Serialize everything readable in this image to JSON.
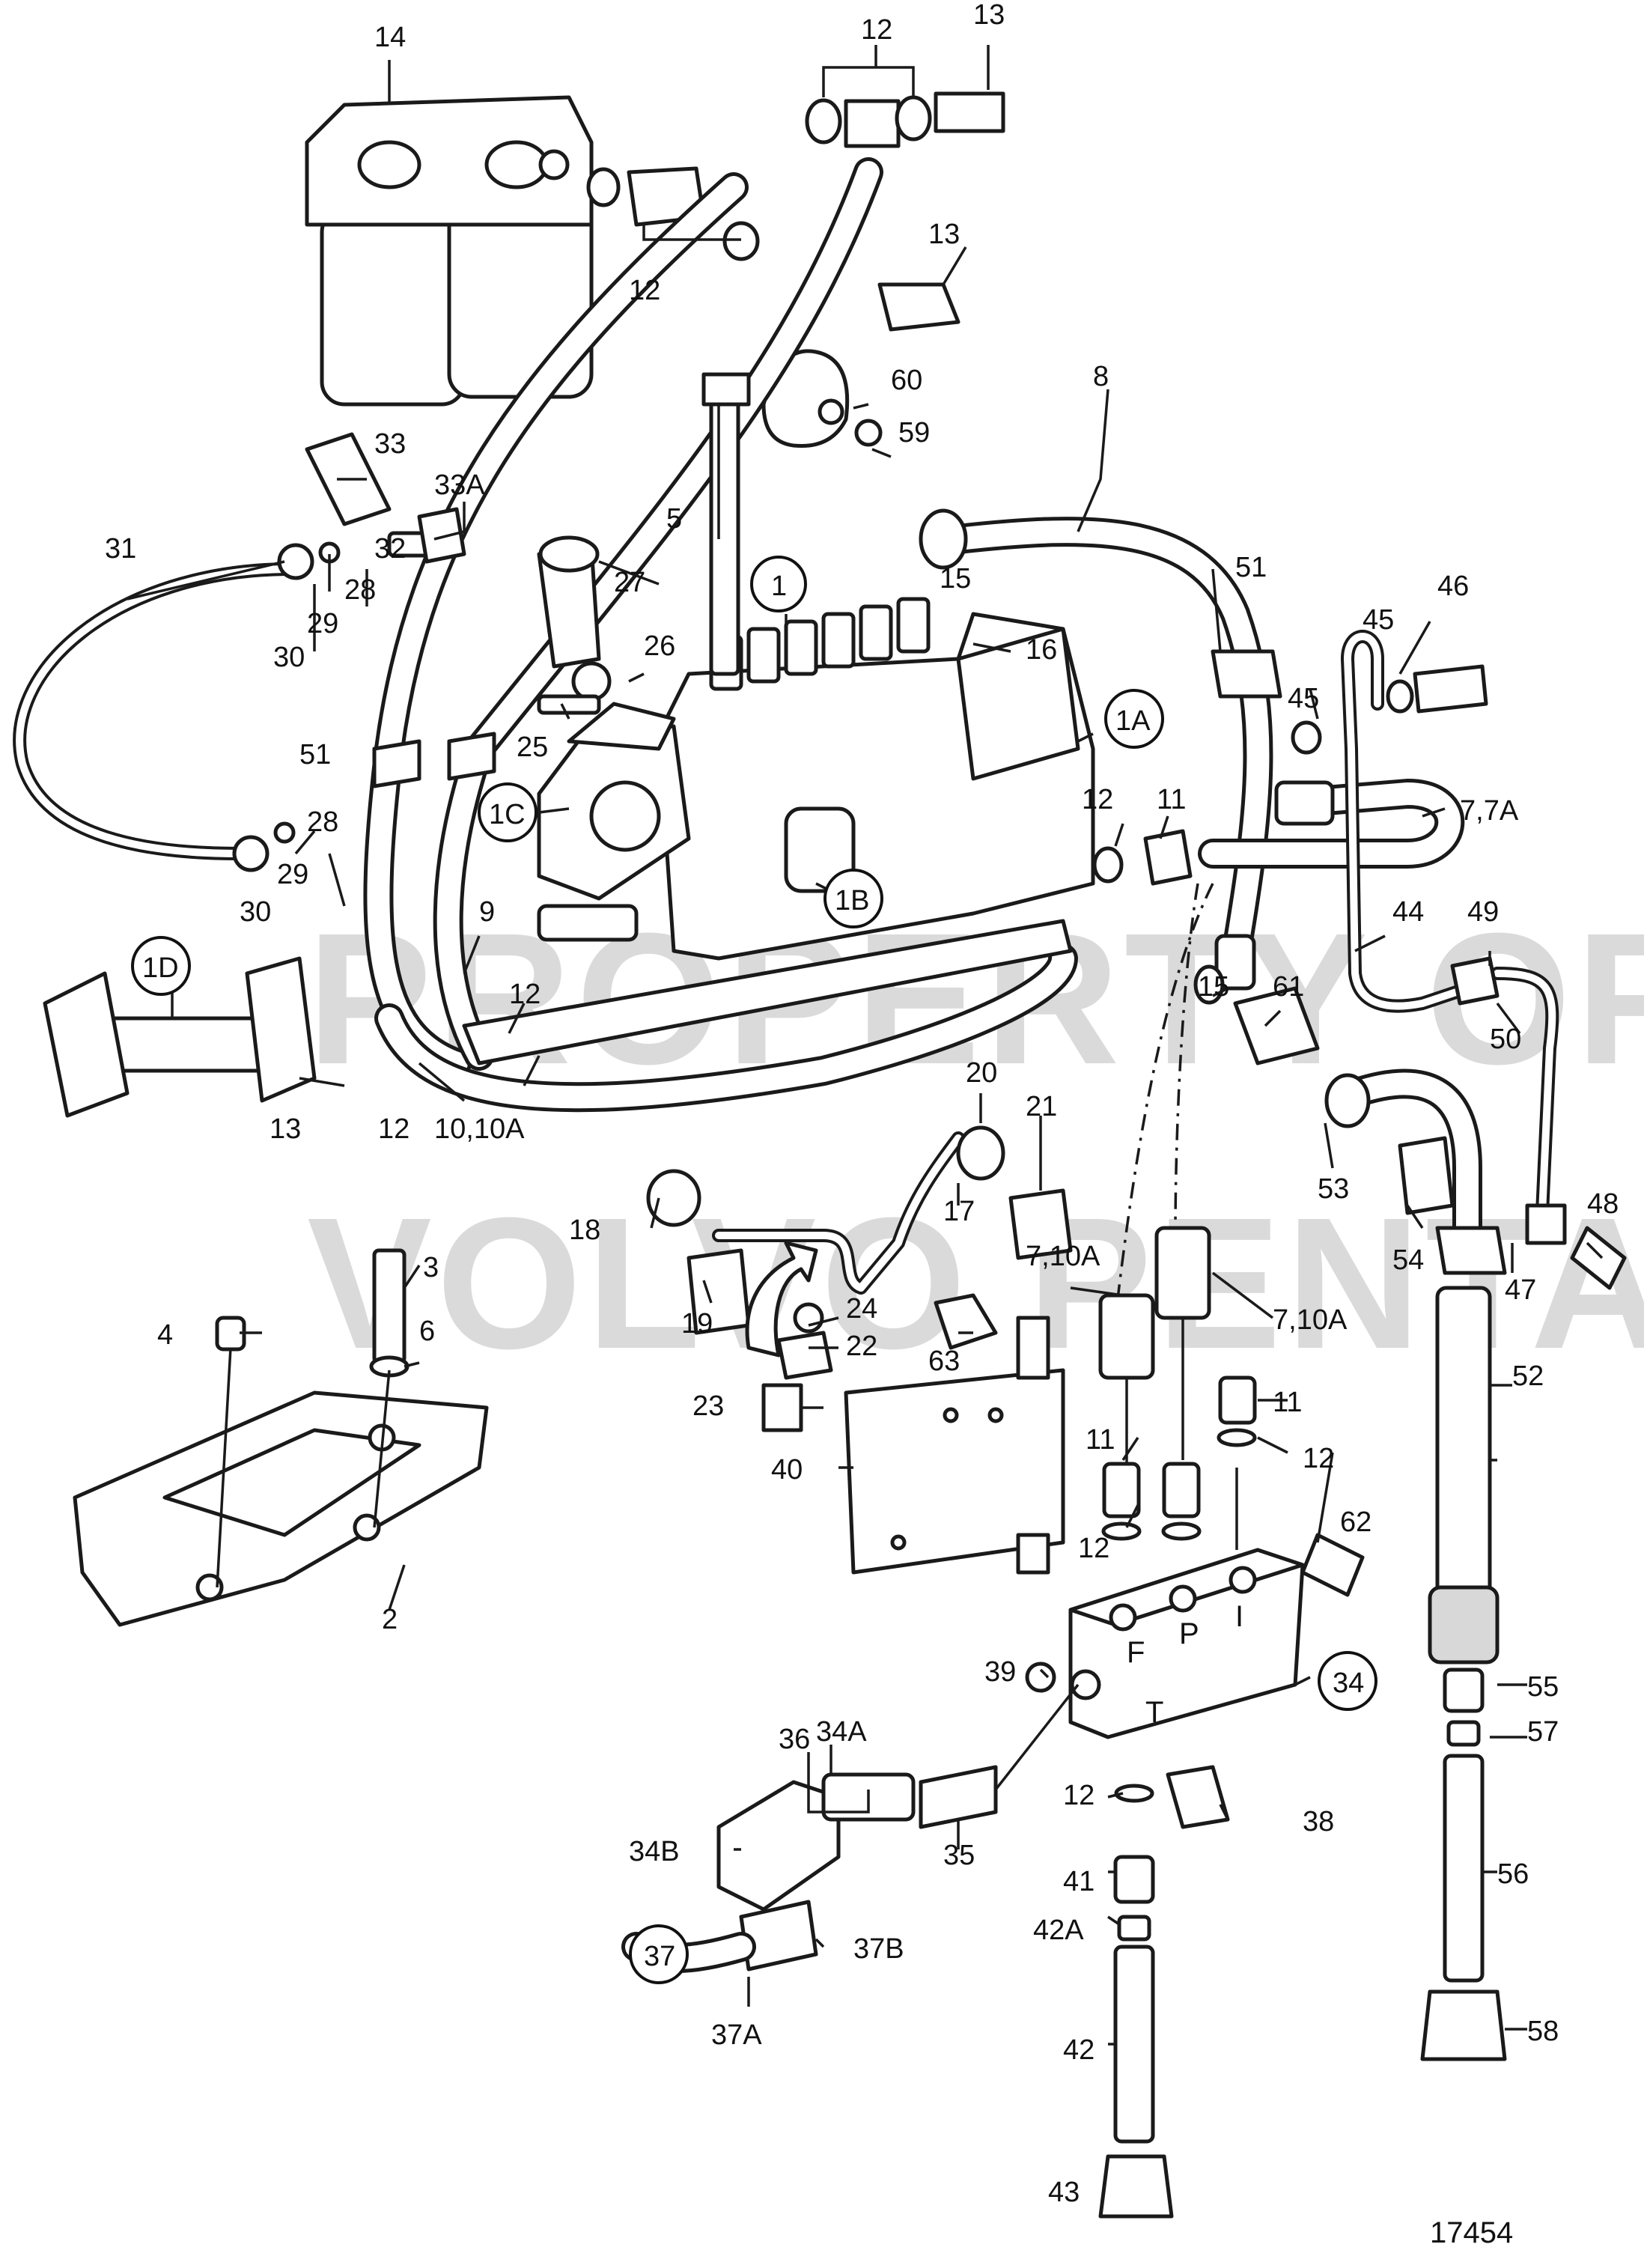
{
  "watermark": {
    "line1": "PROPERTY OF",
    "line2": "VOLVO PENTA"
  },
  "drawing_number": "17454",
  "callouts": {
    "p14": "14",
    "p12a": "12",
    "p13a": "13",
    "p12b": "12",
    "p13b": "13",
    "p60": "60",
    "p59": "59",
    "p33": "33",
    "p33A": "33A",
    "p31": "31",
    "p32": "32",
    "p28a": "28",
    "p29a": "29",
    "p30a": "30",
    "p27": "27",
    "p26": "26",
    "p25": "25",
    "p5": "5",
    "p1": "1",
    "p8": "8",
    "p15a": "15",
    "p16": "16",
    "p51a": "51",
    "p46": "46",
    "p45a": "45",
    "p45b": "45",
    "p1A": "1A",
    "p11a": "11",
    "p12c": "12",
    "p77A": "7,7A",
    "p44": "44",
    "p49": "49",
    "p50": "50",
    "p51b": "51",
    "p1C": "1C",
    "p28b": "28",
    "p29b": "29",
    "p30b": "30",
    "p9": "9",
    "p1B": "1B",
    "p1D": "1D",
    "p12d": "12",
    "p12e": "12",
    "p13c": "13",
    "p1010A": "10,10A",
    "p20": "20",
    "p21": "21",
    "p17": "17",
    "p18": "18",
    "p19": "19",
    "p15b": "15",
    "p61": "61",
    "p53": "53",
    "p54": "54",
    "p47": "47",
    "p48": "48",
    "p3": "3",
    "p4": "4",
    "p6": "6",
    "p2": "2",
    "p24": "24",
    "p22": "22",
    "p23": "23",
    "p63": "63",
    "p710Aa": "7,10A",
    "p710Ab": "7,10A",
    "p40": "40",
    "p11b": "11",
    "p11c": "11",
    "p12f": "12",
    "p12g": "12",
    "p62": "62",
    "p52": "52",
    "p39": "39",
    "p34": "34",
    "p34A": "34A",
    "p36": "36",
    "p35": "35",
    "p34B": "34B",
    "p12h": "12",
    "p38": "38",
    "p41": "41",
    "p42A": "42A",
    "p37": "37",
    "p37B": "37B",
    "p37A": "37A",
    "p42": "42",
    "p43": "43",
    "p55": "55",
    "p57": "57",
    "p56": "56",
    "p58": "58"
  },
  "valve_port_letters": {
    "f": "F",
    "p": "P",
    "i": "I",
    "t": "T"
  }
}
